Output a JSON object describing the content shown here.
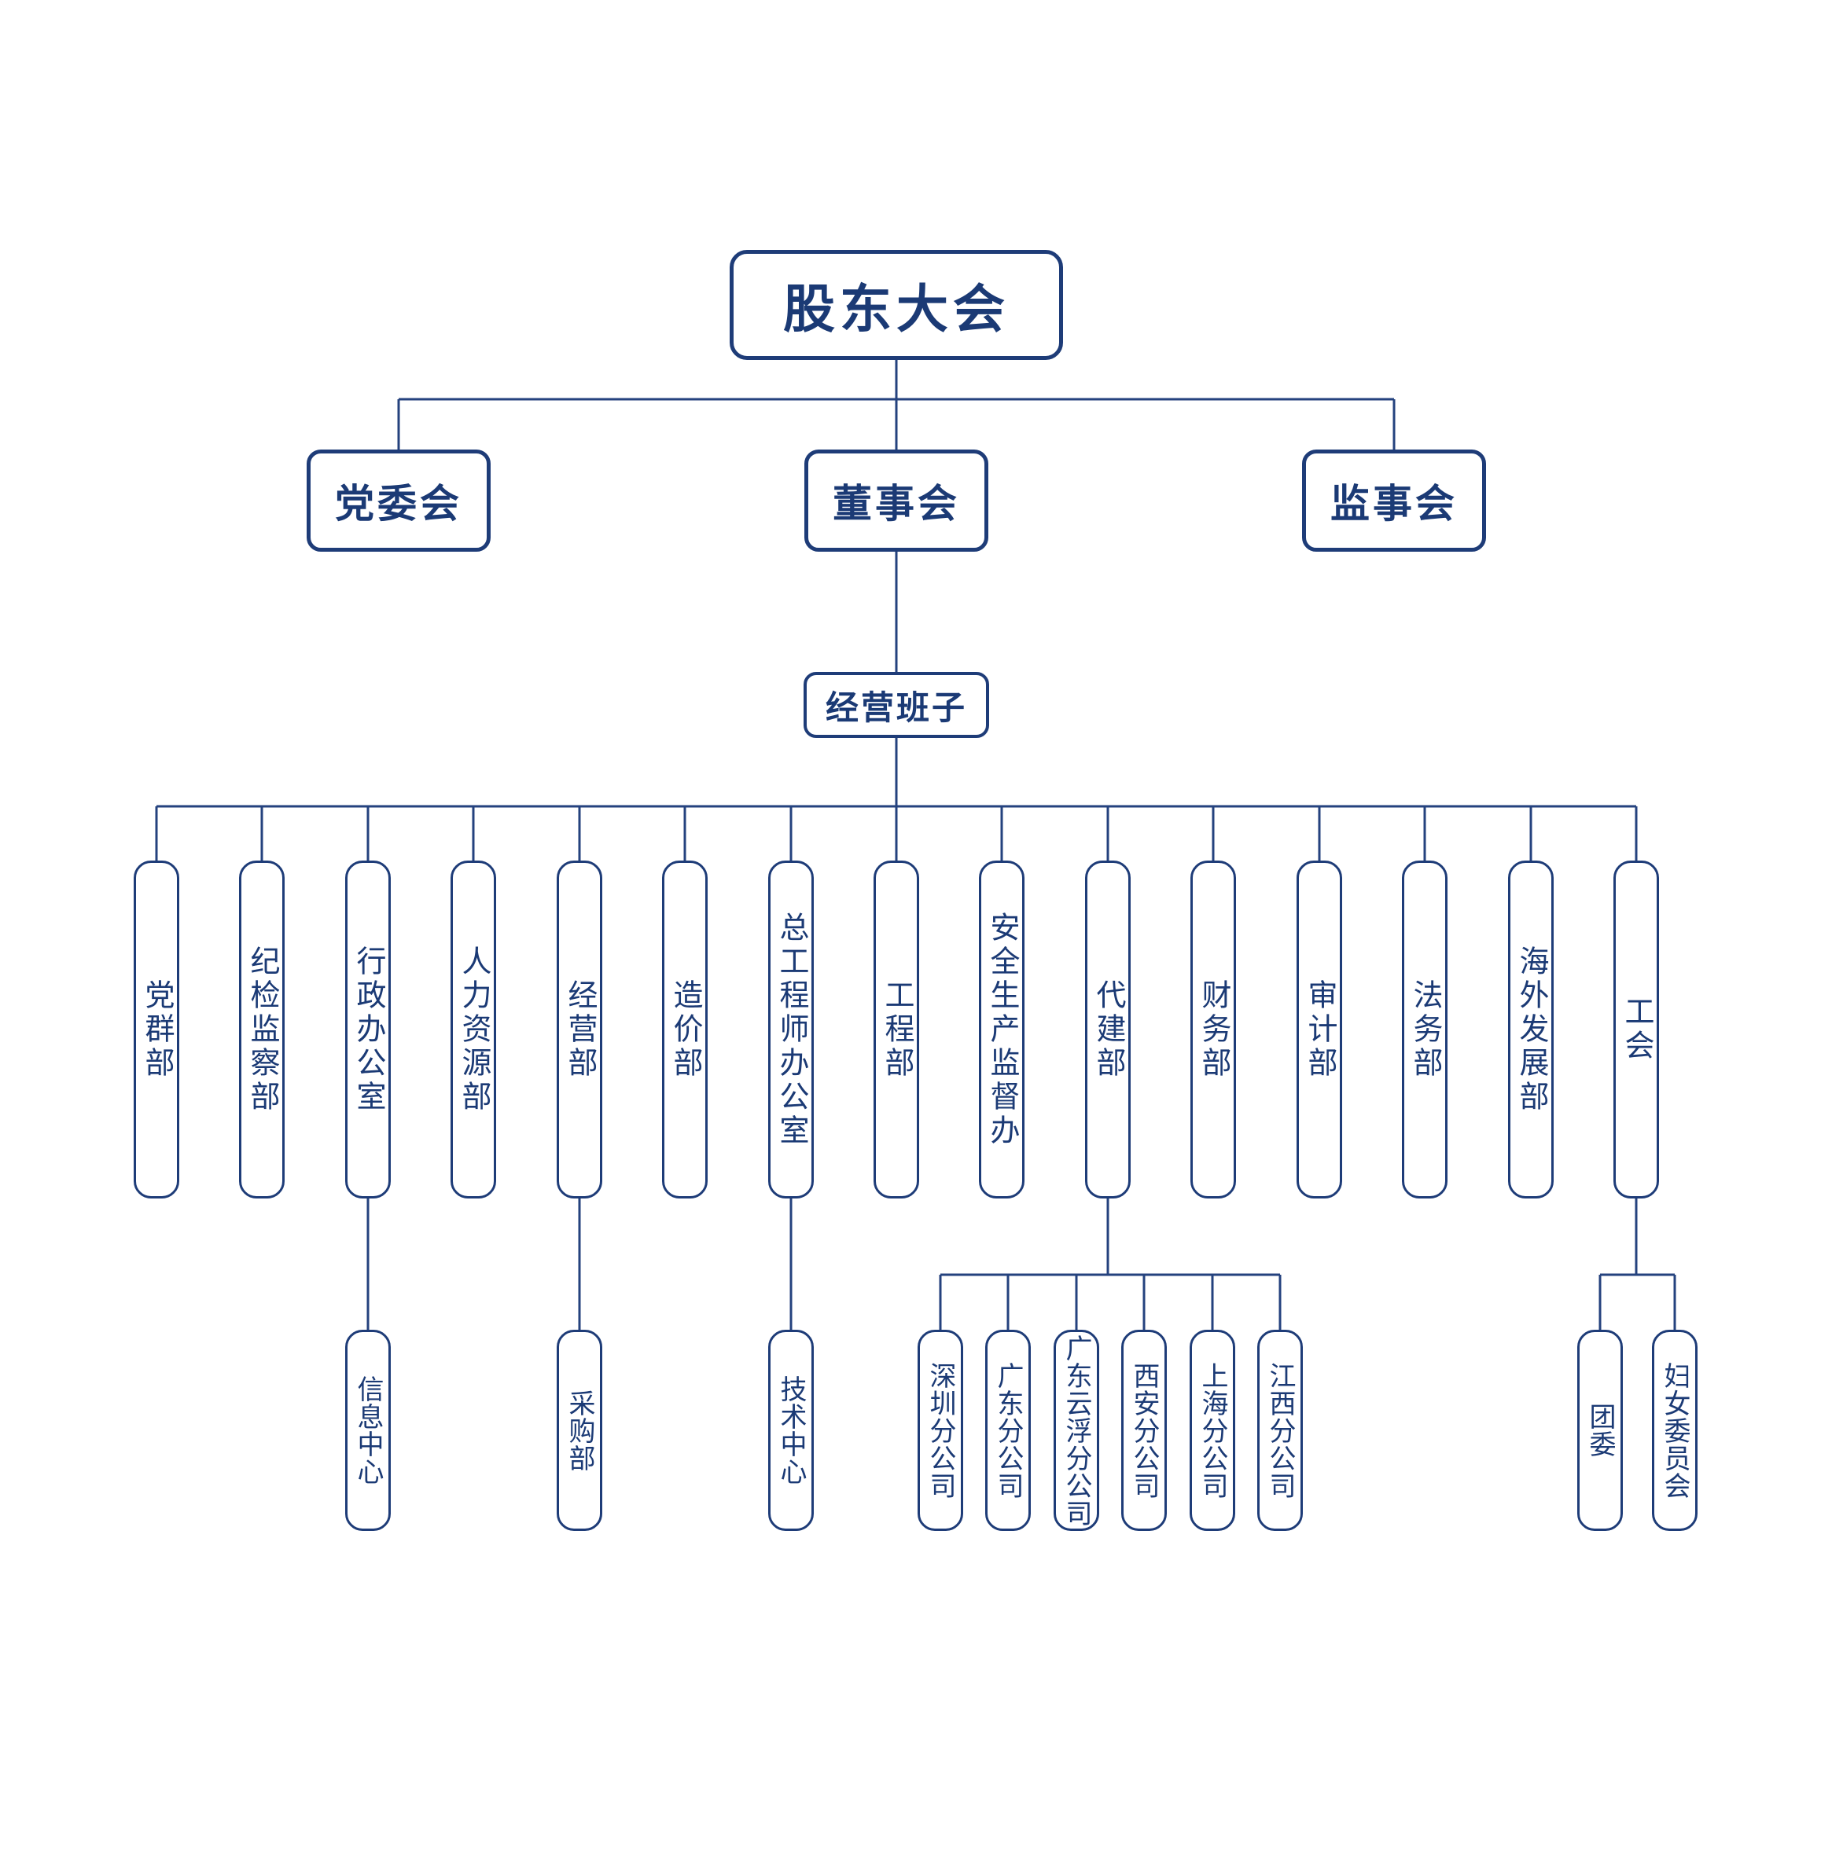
{
  "chart": {
    "type": "org-chart",
    "palette": {
      "line": "#24427e",
      "border": "#1e3c78",
      "text": "#1b3a75",
      "background": "#ffffff"
    },
    "root": {
      "label": "股东大会"
    },
    "level2": [
      {
        "label": "党委会"
      },
      {
        "label": "董事会"
      },
      {
        "label": "监事会"
      }
    ],
    "management": {
      "label": "经营班子"
    },
    "departments": [
      {
        "label": "党群部",
        "children": []
      },
      {
        "label": "纪检监察部",
        "children": []
      },
      {
        "label": "行政办公室",
        "children": [
          "信息中心"
        ]
      },
      {
        "label": "人力资源部",
        "children": []
      },
      {
        "label": "经营部",
        "children": [
          "采购部"
        ]
      },
      {
        "label": "造价部",
        "children": []
      },
      {
        "label": "总工程师办公室",
        "children": [
          "技术中心"
        ]
      },
      {
        "label": "工程部",
        "children": []
      },
      {
        "label": "安全生产监督办",
        "children": []
      },
      {
        "label": "代建部",
        "children": [
          "深圳分公司",
          "广东分公司",
          "广东云浮分公司",
          "西安分公司",
          "上海分公司",
          "江西分公司"
        ]
      },
      {
        "label": "财务部",
        "children": []
      },
      {
        "label": "审计部",
        "children": []
      },
      {
        "label": "法务部",
        "children": []
      },
      {
        "label": "海外发展部",
        "children": []
      },
      {
        "label": "工会",
        "children": [
          "团委",
          "妇女委员会"
        ]
      }
    ]
  }
}
